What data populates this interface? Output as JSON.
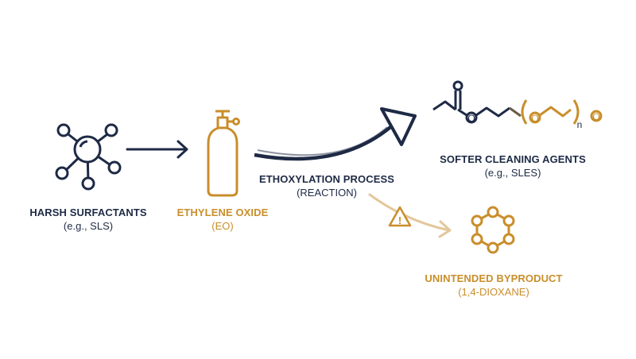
{
  "colors": {
    "navy": "#1e2a45",
    "gold": "#c98e2b",
    "gold_light": "#e3c79a",
    "brown": "#6b5a45"
  },
  "nodes": {
    "harsh": {
      "title": "HARSH SURFACTANTS",
      "subtitle": "(e.g., SLS)",
      "icon": "molecule-icon"
    },
    "eo": {
      "title": "ETHYLENE OXIDE",
      "subtitle": "(EO)",
      "icon": "gas-cylinder-icon"
    },
    "process": {
      "title": "ETHOXYLATION PROCESS",
      "subtitle": "(REACTION)"
    },
    "softer": {
      "title": "SOFTER CLEANING AGENTS",
      "subtitle": "(e.g., SLES)",
      "icon": "ethoxylate-chain-icon"
    },
    "byproduct": {
      "title": "UNINTENDED BYPRODUCT",
      "subtitle": "(1,4-DIOXANE)",
      "icon": "dioxane-ring-icon"
    }
  },
  "structure": {
    "atom_o1": "O",
    "atom_o2": "O",
    "atom_o3": "O",
    "subscript": "n"
  },
  "warning": {
    "glyph": "!",
    "icon": "warning-icon"
  }
}
